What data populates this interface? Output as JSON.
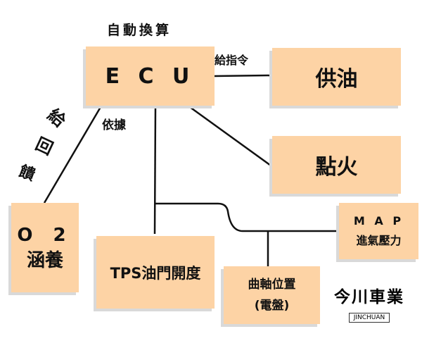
{
  "top_label": "自動換算",
  "ecu": {
    "label": "E C U"
  },
  "command_label": "給指令",
  "fuel": {
    "label": "供油"
  },
  "ignition": {
    "label": "點火"
  },
  "feedback_label": [
    "給",
    "回",
    "饋"
  ],
  "basis_label": "依據",
  "o2": {
    "line1": "O 2",
    "line2": "涵養"
  },
  "tps": {
    "label": "TPS油門開度"
  },
  "crank": {
    "line1": "曲軸位置",
    "line2": "(電盤)"
  },
  "map": {
    "line1": "M A P",
    "line2": "進氣壓力"
  },
  "logo": {
    "name": "今川車業",
    "sub": "JINCHUAN"
  },
  "colors": {
    "box": "#fdd3a5",
    "line": "#111111"
  }
}
